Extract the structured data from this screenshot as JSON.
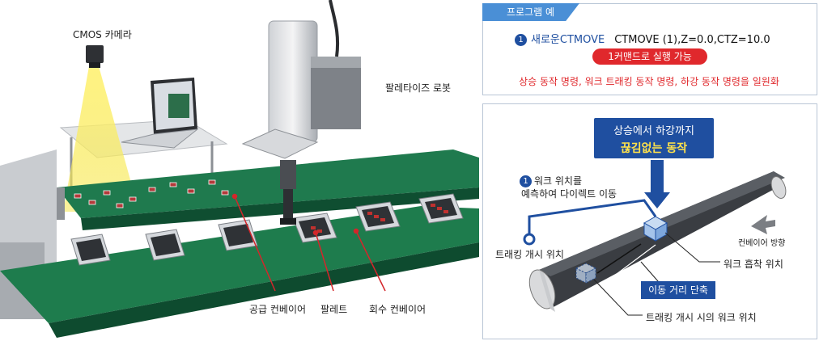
{
  "left_labels": {
    "camera": "CMOS 카메라",
    "robot": "팔레타이즈 로봇",
    "supply_conveyor": "공급 컨베이어",
    "pallet": "팔레트",
    "return_conveyor": "회수 컨베이어"
  },
  "program": {
    "tab": "프로그램 예",
    "step_number": "1",
    "command_blue": "새로운CTMOVE",
    "command_text": "CTMOVE (1),Z=0.0,CTZ=10.0",
    "pill": "1커맨드로 실행 가능",
    "note": "상승 동작 명령, 워크 트래킹 동작 명령, 하강 동작 명령을 일원화"
  },
  "diagram": {
    "callout_line1": "상승에서 하강까지",
    "callout_line2": "끊김없는 동작",
    "step_number": "1",
    "move_line1": "워크 위치를",
    "move_line2": "예측하여 다이렉트 이동",
    "tracking_start": "트래킹 개시 위치",
    "conveyor_direction": "컨베이어 방향",
    "work_pick": "워크 흡착 위치",
    "distance": "이동 거리 단축",
    "work_at_start": "트래킹 개시 시의 워크 위치"
  },
  "colors": {
    "accent_blue": "#1f4fa0",
    "tab_blue": "#4a8fd6",
    "red": "#e0282c",
    "conveyor_green": "#1f7a4e"
  }
}
